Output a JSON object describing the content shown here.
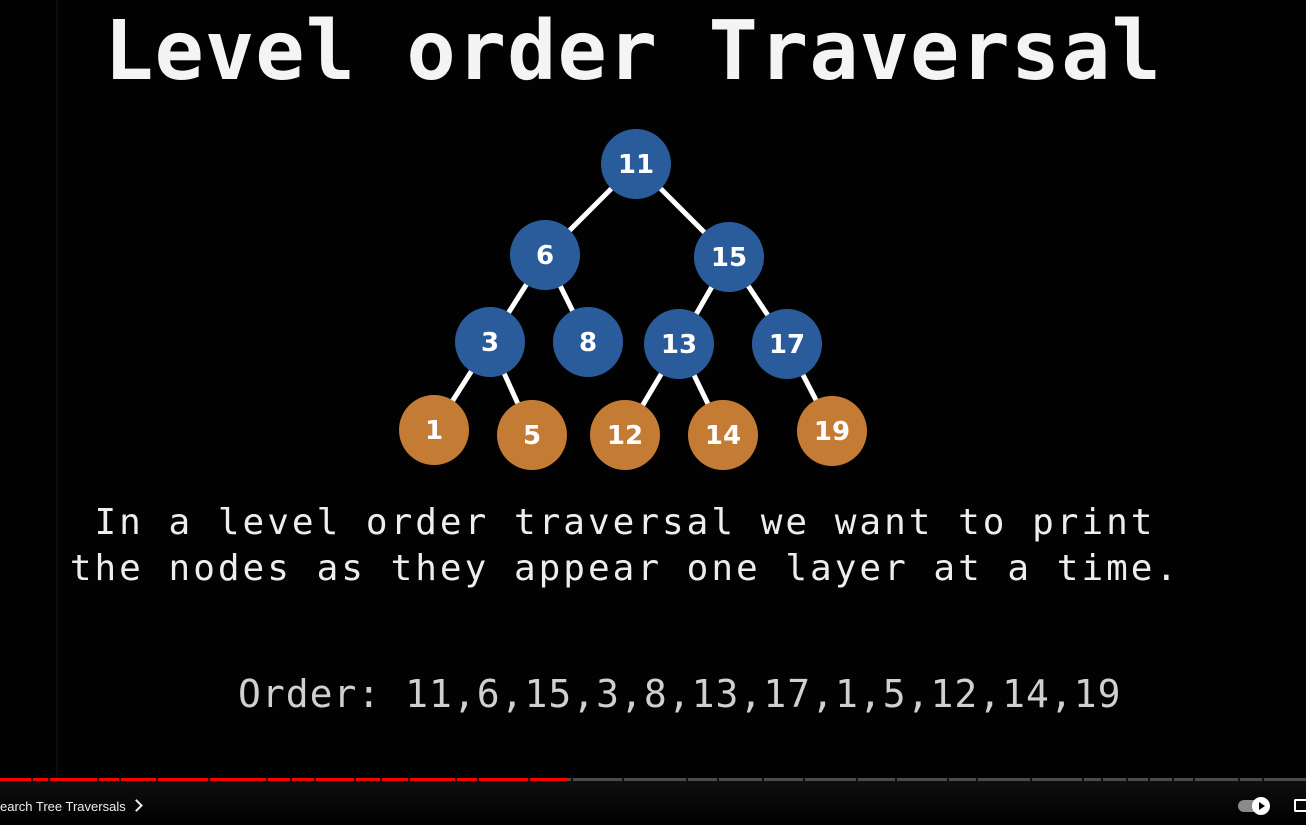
{
  "slide": {
    "title": "Level order Traversal",
    "description_lines": [
      "In a level order traversal we want to print",
      "the nodes as they appear one layer at a time."
    ],
    "order_text": "Order: 11,6,15,3,8,13,17,1,5,12,14,19"
  },
  "tree": {
    "colors": {
      "inner_node": "#2a5c9c",
      "leaf_node": "#c47c34",
      "edge": "#ffffff"
    },
    "nodes": [
      {
        "id": "n11",
        "label": "11",
        "kind": "inner"
      },
      {
        "id": "n6",
        "label": "6",
        "kind": "inner"
      },
      {
        "id": "n15",
        "label": "15",
        "kind": "inner"
      },
      {
        "id": "n3",
        "label": "3",
        "kind": "inner"
      },
      {
        "id": "n8",
        "label": "8",
        "kind": "inner"
      },
      {
        "id": "n13",
        "label": "13",
        "kind": "inner"
      },
      {
        "id": "n17",
        "label": "17",
        "kind": "inner"
      },
      {
        "id": "n1",
        "label": "1",
        "kind": "leaf"
      },
      {
        "id": "n5",
        "label": "5",
        "kind": "leaf"
      },
      {
        "id": "n12",
        "label": "12",
        "kind": "leaf"
      },
      {
        "id": "n14",
        "label": "14",
        "kind": "leaf"
      },
      {
        "id": "n19",
        "label": "19",
        "kind": "leaf"
      }
    ],
    "edges": [
      [
        "n11",
        "n6"
      ],
      [
        "n11",
        "n15"
      ],
      [
        "n6",
        "n3"
      ],
      [
        "n6",
        "n8"
      ],
      [
        "n15",
        "n13"
      ],
      [
        "n15",
        "n17"
      ],
      [
        "n3",
        "n1"
      ],
      [
        "n3",
        "n5"
      ],
      [
        "n13",
        "n12"
      ],
      [
        "n13",
        "n14"
      ],
      [
        "n17",
        "n19"
      ]
    ]
  },
  "player": {
    "chapter_title": "earch Tree Traversals",
    "progress_fraction": 0.435,
    "colors": {
      "played": "#ff0000",
      "unplayed": "#4a4a4a"
    },
    "icons": [
      "chevron-right-icon",
      "autoplay-toggle-icon",
      "captions-icon"
    ]
  }
}
